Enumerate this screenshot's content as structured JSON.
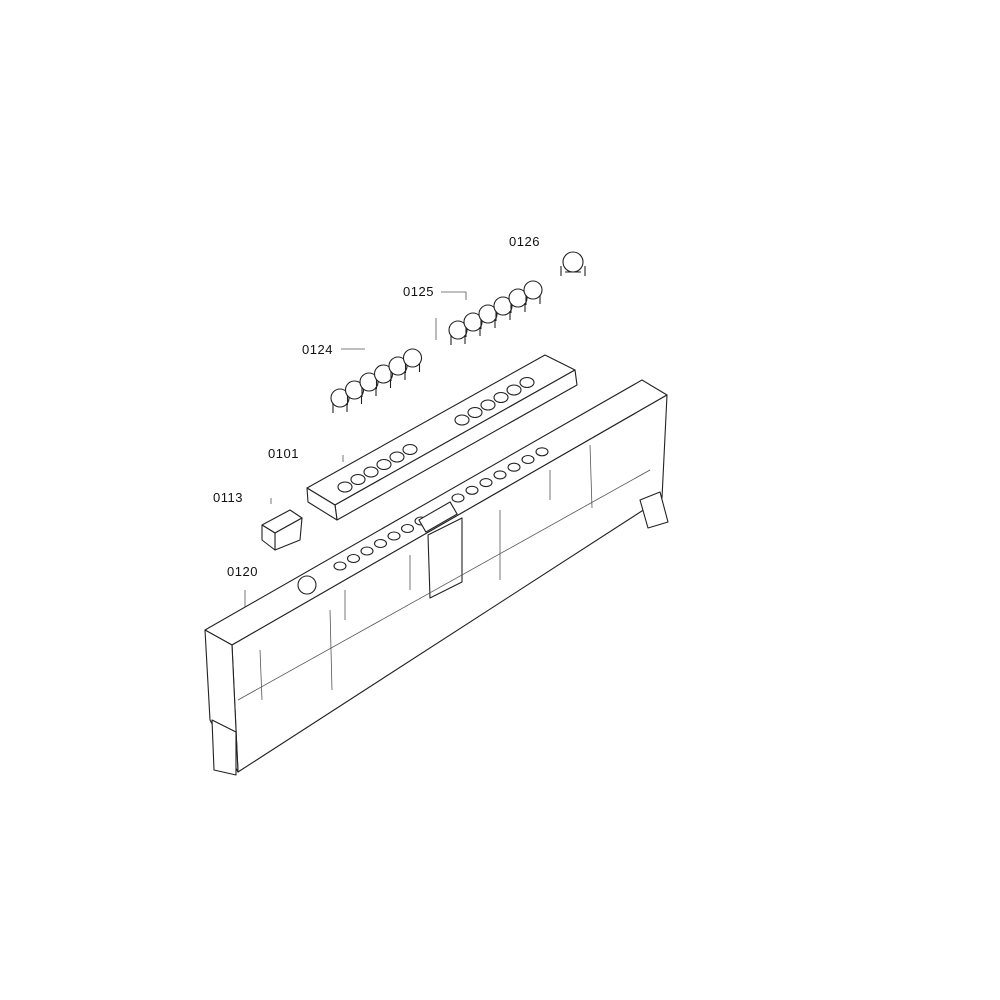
{
  "diagram": {
    "type": "exploded parts diagram",
    "parts": [
      {
        "id": "p0126",
        "label": "0126"
      },
      {
        "id": "p0125",
        "label": "0125"
      },
      {
        "id": "p0124",
        "label": "0124"
      },
      {
        "id": "p0101",
        "label": "0101"
      },
      {
        "id": "p0113",
        "label": "0113"
      },
      {
        "id": "p0120",
        "label": "0120"
      }
    ]
  }
}
